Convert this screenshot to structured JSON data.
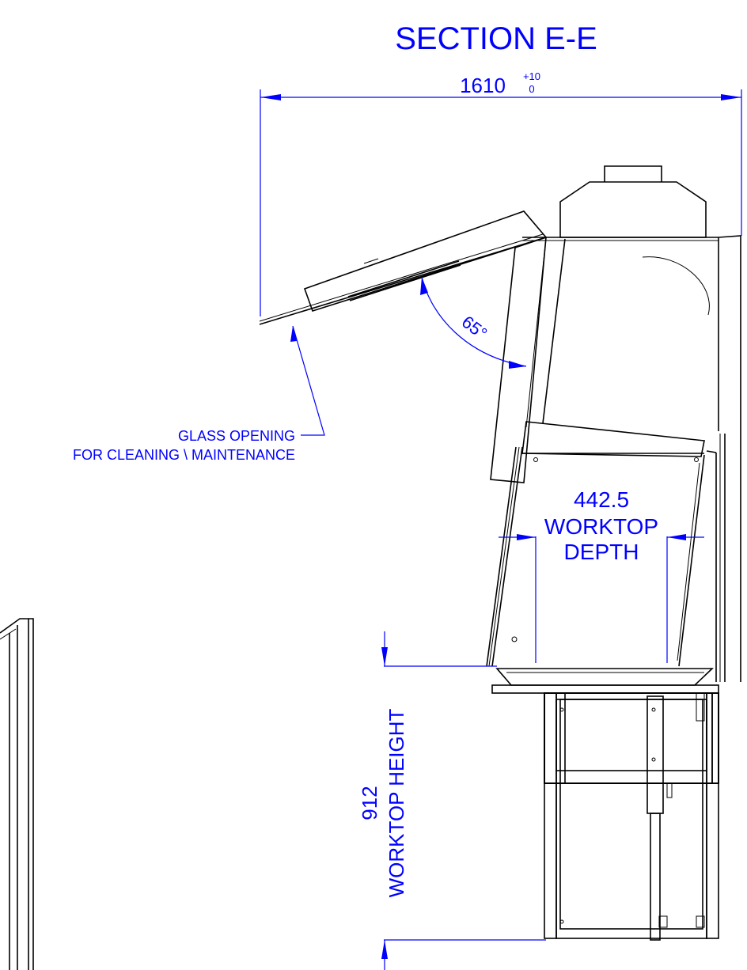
{
  "title": "SECTION E-E",
  "overall_width": {
    "value": "1610",
    "tol_upper": "+10",
    "tol_lower": "0"
  },
  "angle": "65°",
  "glass_note": [
    "GLASS OPENING",
    "FOR CLEANING \\ MAINTENANCE"
  ],
  "worktop_depth": [
    "442.5",
    "WORKTOP",
    "DEPTH"
  ],
  "worktop_height": [
    "912",
    "WORKTOP HEIGHT"
  ],
  "colors": {
    "annotation": "#0000ff",
    "linework": "#000000",
    "background": "#ffffff"
  }
}
